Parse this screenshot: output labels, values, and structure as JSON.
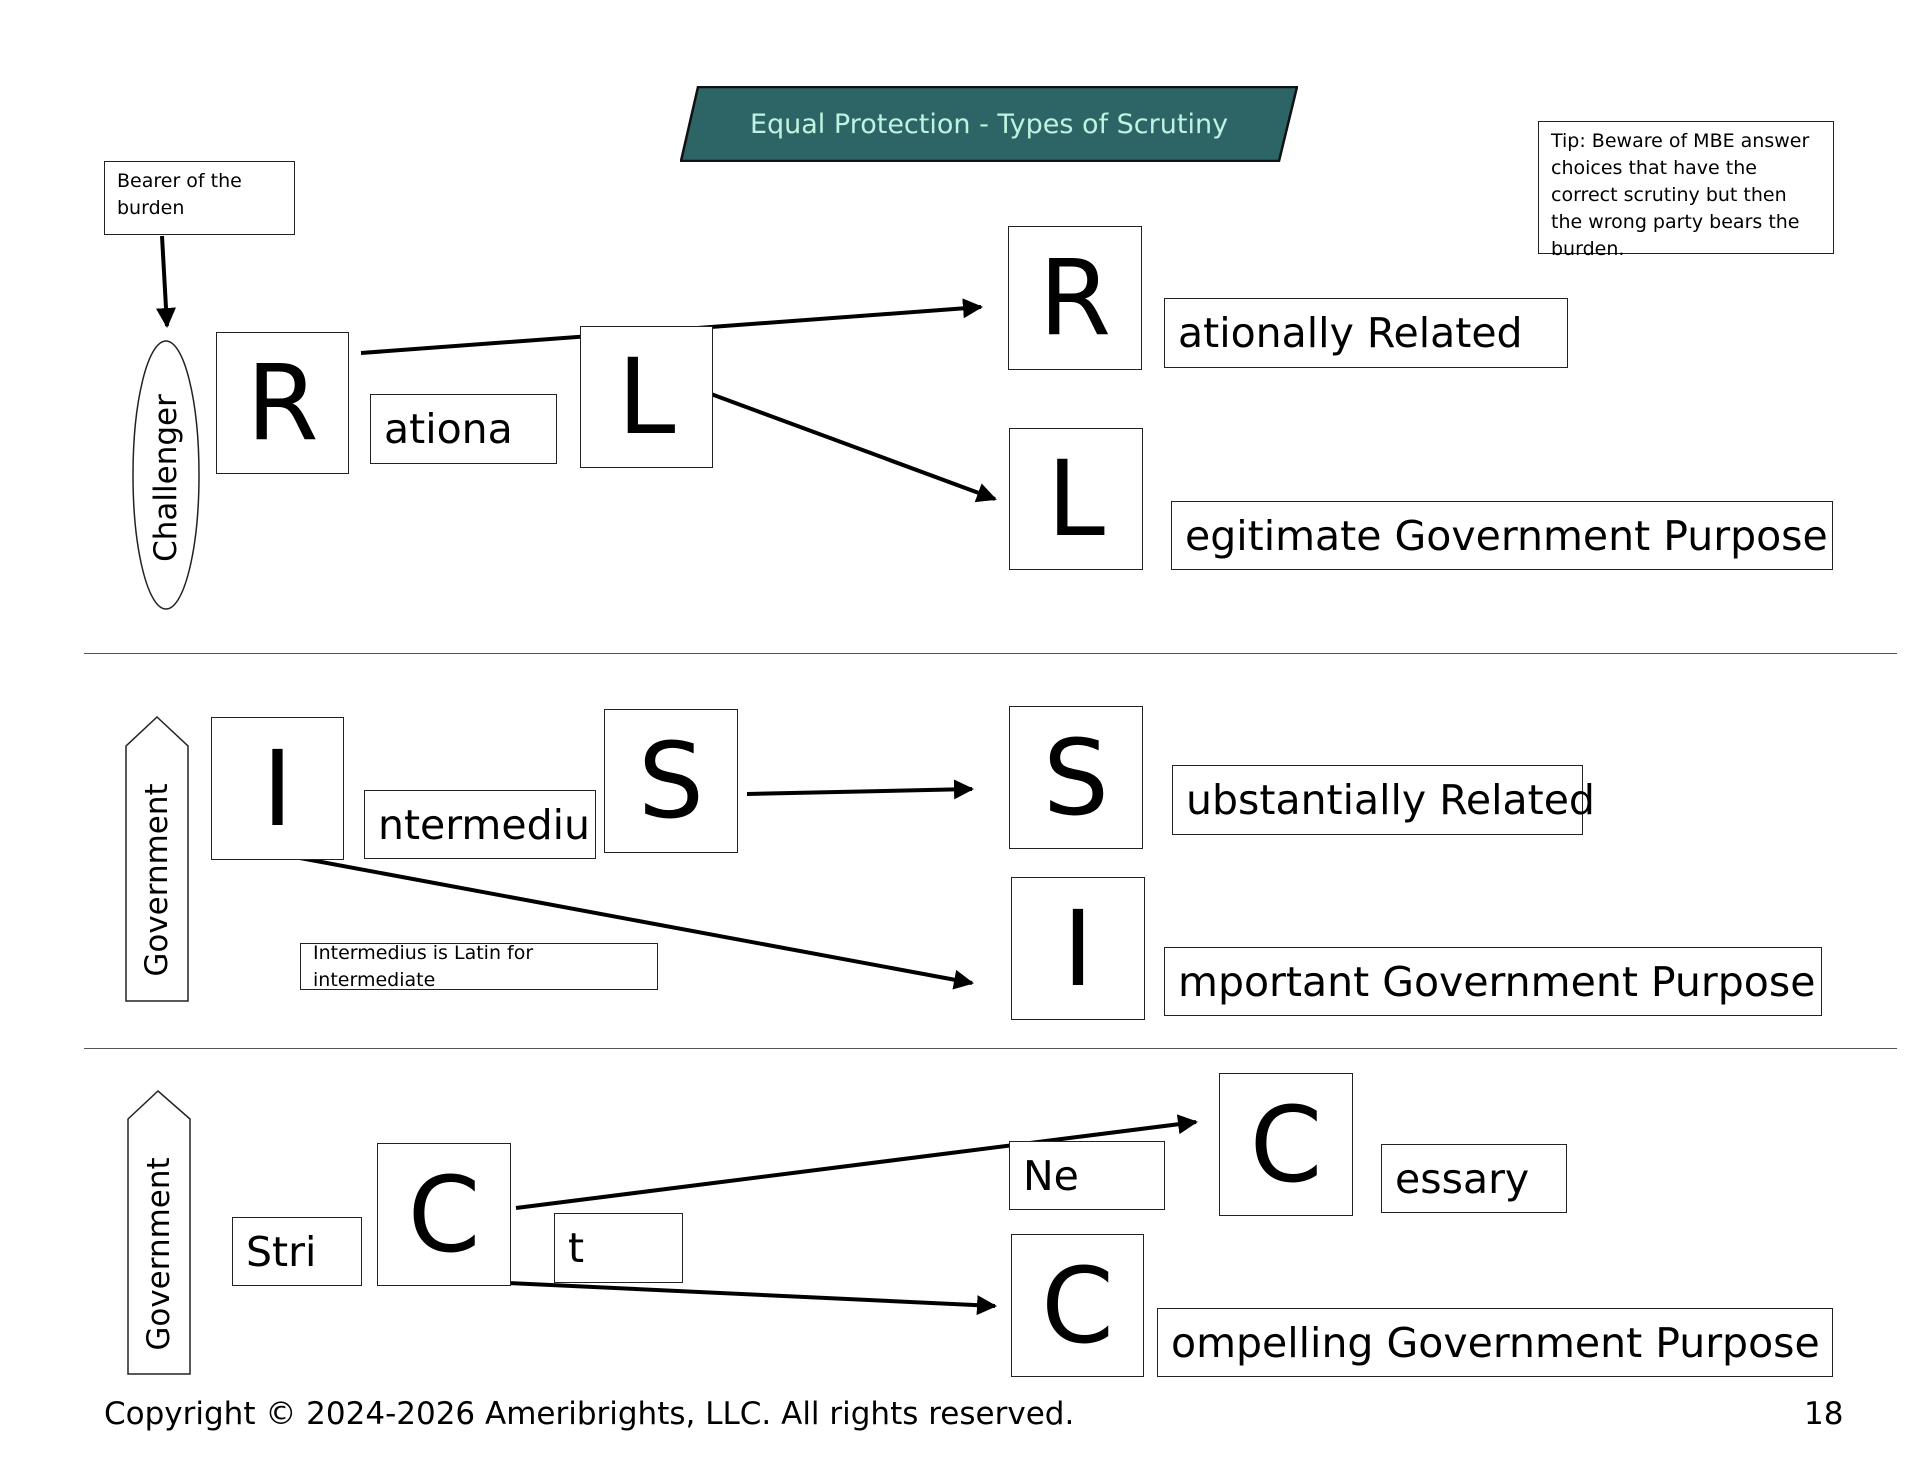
{
  "title": "Equal Protection - Types of Scrutiny",
  "bearer_note": "Bearer of the burden",
  "tip_note": "Tip: Beware of MBE answer choices that have the correct scrutiny but then the wrong party bears the burden.",
  "rational": {
    "burden_label": "Challenger",
    "letter_r": "R",
    "word_part": "ationa",
    "letter_l": "L",
    "element1_letter": "R",
    "element1_text": "ationally Related",
    "element2_letter": "L",
    "element2_text": "egitimate Government Purpose"
  },
  "intermediate": {
    "burden_label": "Government",
    "letter_i": "I",
    "word_part": "ntermediu",
    "letter_s": "S",
    "latin_note": "Intermedius is Latin for intermediate",
    "element1_letter": "S",
    "element1_text": "ubstantially Related",
    "element2_letter": "I",
    "element2_text": "mportant Government Purpose"
  },
  "strict": {
    "burden_label": "Government",
    "word_start": "Stri",
    "letter_c": "C",
    "word_end": "t",
    "element1_prefix": "Ne",
    "element1_letter": "C",
    "element1_text": "essary",
    "element2_letter": "C",
    "element2_text": "ompelling Government Purpose"
  },
  "colors": {
    "banner_fill": "#2d6466",
    "banner_text": "#bff2e0",
    "ink": "#000000"
  },
  "footer": {
    "copyright": "Copyright © 2024-2026 Ameribrights, LLC. All rights reserved.",
    "page_number": "18"
  }
}
